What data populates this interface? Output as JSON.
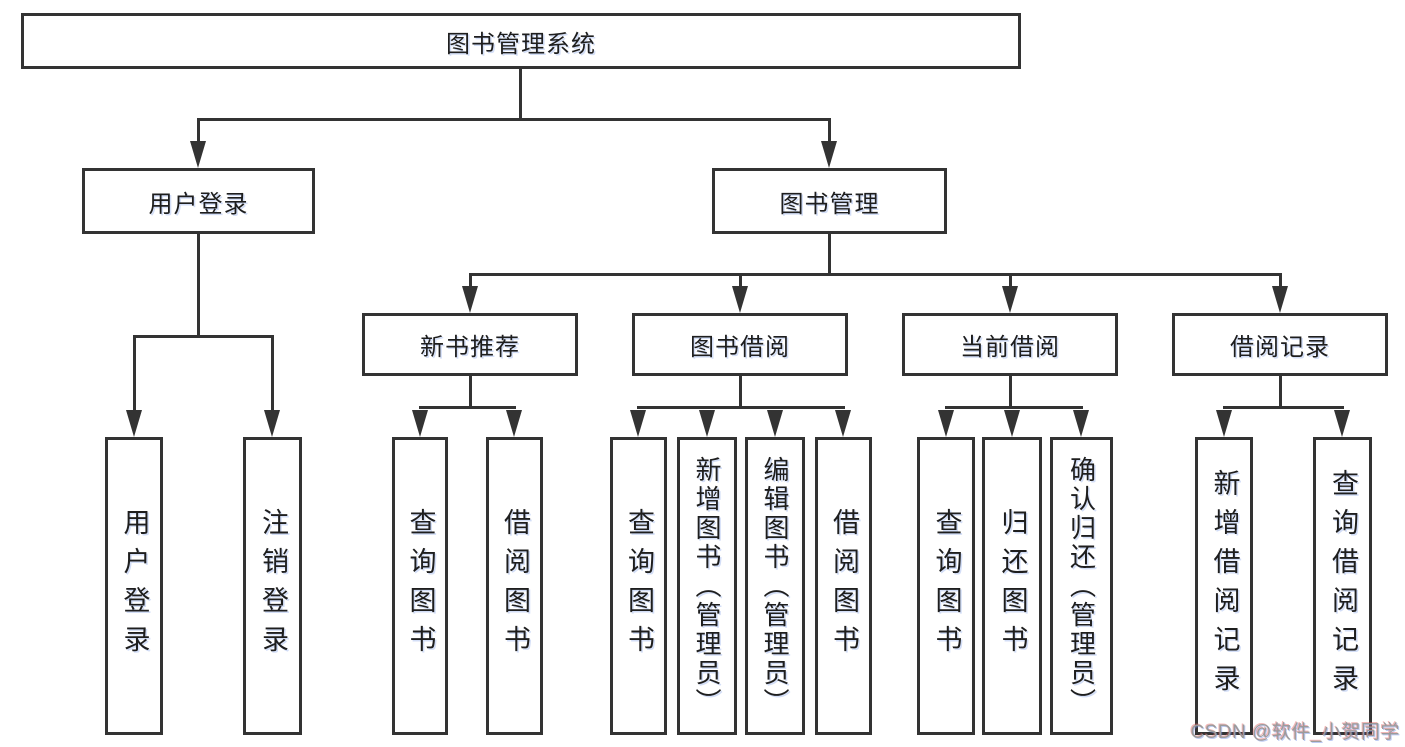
{
  "labels": {
    "root": "图书管理系统",
    "user_login": "用户登录",
    "book_management": "图书管理",
    "new_book_recommend": "新书推荐",
    "book_borrow": "图书借阅",
    "current_borrow": "当前借阅",
    "borrow_records": "借阅记录",
    "leaf_user_login": "用户登录",
    "leaf_logout": "注销登录",
    "leaf_rec_query_books": "查询图书",
    "leaf_rec_borrow_books": "借阅图书",
    "leaf_bb_query_books": "查询图书",
    "leaf_bb_add_books_admin": "新增图书（管理员）",
    "leaf_bb_edit_books_admin": "编辑图书（管理员）",
    "leaf_bb_borrow_books": "借阅图书",
    "leaf_cb_query_books": "查询图书",
    "leaf_cb_return_books": "归还图书",
    "leaf_cb_confirm_return_admin": "确认归还（管理员）",
    "leaf_br_add_record": "新增借阅记录",
    "leaf_br_query_record": "查询借阅记录"
  },
  "hierarchy": {
    "图书管理系统": {
      "用户登录": [
        "用户登录",
        "注销登录"
      ],
      "图书管理": {
        "新书推荐": [
          "查询图书",
          "借阅图书"
        ],
        "图书借阅": [
          "查询图书",
          "新增图书（管理员）",
          "编辑图书（管理员）",
          "借阅图书"
        ],
        "当前借阅": [
          "查询图书",
          "归还图书",
          "确认归还（管理员）"
        ],
        "借阅记录": [
          "新增借阅记录",
          "查询借阅记录"
        ]
      }
    }
  },
  "watermark": "CSDN @软件_小贺同学",
  "colors": {
    "line": "#333333",
    "box_border": "#333333",
    "text": "#1e1e1e",
    "background": "#ffffff",
    "watermark": "#9b9b9b"
  }
}
